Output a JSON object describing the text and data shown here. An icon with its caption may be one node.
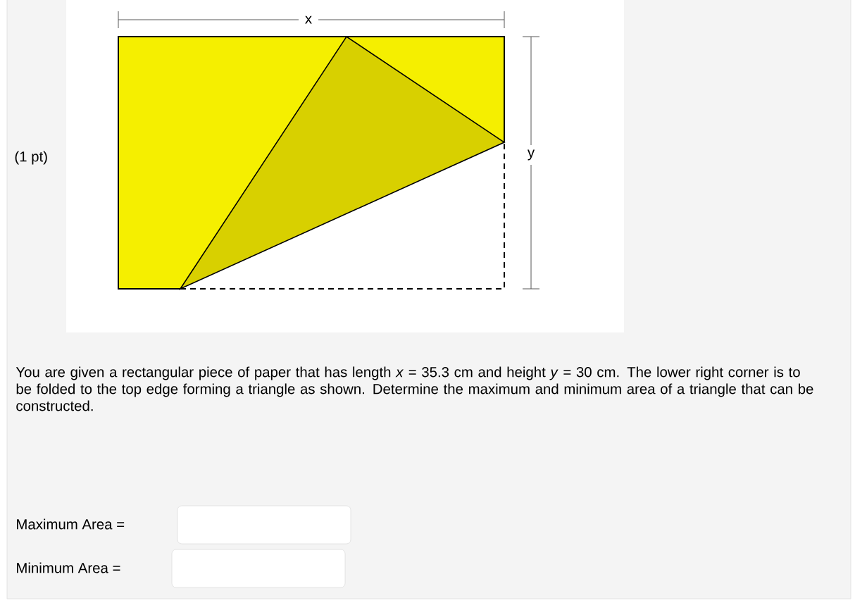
{
  "diagram": {
    "labels": [
      "(1 pt)",
      "x",
      "y",
      "You are given a rectangular piece of paper that has length *x* = 35.3 cm and height *y* = 30 cm. The lower right corner is to be folded to the top edge forming a triangle as shown. Determine the maximum and minimum area of a triangle that can be constructed.",
      "Maximum Area =",
      "Minimum Area ="
    ]
  }
}
